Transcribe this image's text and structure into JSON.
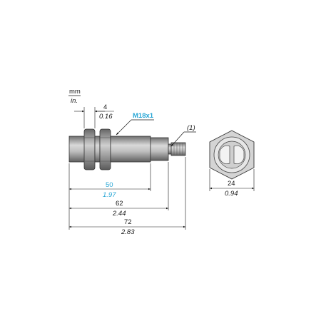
{
  "units": {
    "metric": "mm",
    "imperial": "in."
  },
  "thread": {
    "label": "M18x1"
  },
  "callout": {
    "label": "(1)"
  },
  "dims": {
    "nut_width": {
      "mm": "4",
      "in": "0.16"
    },
    "thread_length": {
      "mm": "50",
      "in": "1.97"
    },
    "body_length": {
      "mm": "62",
      "in": "2.44"
    },
    "total_length": {
      "mm": "72",
      "in": "2.83"
    },
    "across_flats": {
      "mm": "24",
      "in": "0.94"
    }
  },
  "colors": {
    "highlight": "#2aa7d6",
    "line": "#1a1a1a"
  }
}
